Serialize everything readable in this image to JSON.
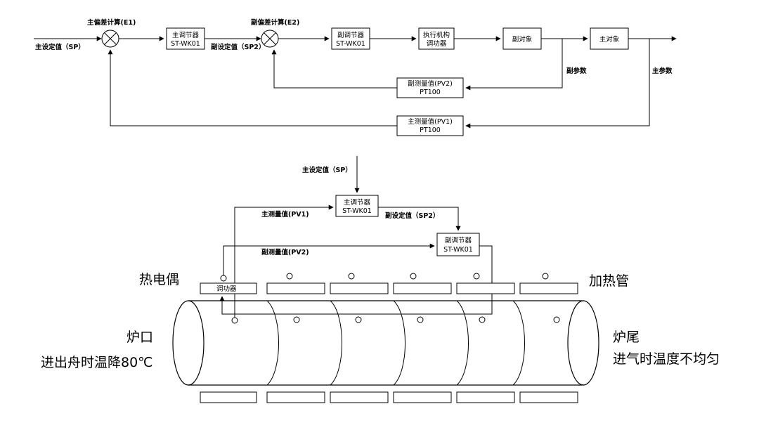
{
  "control_loop": {
    "main_sp": "主设定值（SP）",
    "main_error_calc": "主偏差计算(E1)",
    "main_controller": [
      "主调节器",
      "ST-WK01"
    ],
    "secondary_sp": "副设定值（SP2）",
    "secondary_error_calc": "副偏差计算(E2)",
    "secondary_controller": [
      "副调节器",
      "ST-WK01"
    ],
    "actuator": [
      "执行机构",
      "调功器"
    ],
    "secondary_object": "副对象",
    "main_object": "主对象",
    "secondary_param": "副参数",
    "main_param": "主参数",
    "secondary_pv": [
      "副测量值(PV2)",
      "PT100"
    ],
    "main_pv": [
      "主测量值(PV1)",
      "PT100"
    ]
  },
  "furnace": {
    "main_sp": "主设定值（SP）",
    "main_controller": [
      "主调节器",
      "ST-WK01"
    ],
    "main_pv": "主测量值(PV1)",
    "secondary_sp": "副设定值（SP2）",
    "secondary_controller": [
      "副调节器",
      "ST-WK01"
    ],
    "secondary_pv": "副测量值(PV2)",
    "power_regulator": "调功器",
    "thermocouple": "热电偶",
    "heating_tube": "加热管",
    "inlet_title": "炉口",
    "inlet_note": "进出舟时温降80℃",
    "tail_title": "炉尾",
    "tail_note": "进气时温度不均匀"
  }
}
